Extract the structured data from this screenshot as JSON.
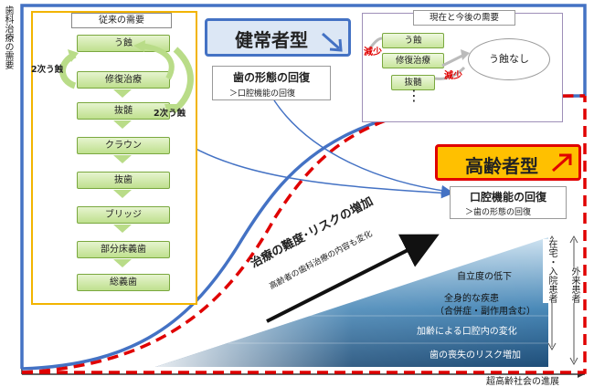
{
  "axes": {
    "y_label": "歯科治療の需要",
    "x_label": "超高齢社会の進展"
  },
  "past": {
    "title": "従来の需要",
    "flow": [
      "う蝕",
      "修復治療",
      "抜髄",
      "クラウン",
      "抜歯",
      "ブリッジ",
      "部分床義歯",
      "総義歯"
    ],
    "loop_left": "2次う蝕",
    "loop_right": "2次う蝕"
  },
  "healthy": {
    "title": "健常者型",
    "main": "歯の形態の回復",
    "sub": "＞口腔機能の回復"
  },
  "present": {
    "title": "現在と今後の需要",
    "items": [
      "う蝕",
      "修復治療",
      "抜髄"
    ],
    "dots": "⋮",
    "decrease1": "減少",
    "decrease2": "減少",
    "no_caries": "う蝕なし"
  },
  "elderly": {
    "title": "高齢者型",
    "main": "口腔機能の回復",
    "sub": "＞歯の形態の回復"
  },
  "trend": {
    "main": "治療の難度･リスクの増加",
    "sub": "高齢者の歯科治療の内容も変化"
  },
  "wedge_layers": [
    "自立度の低下",
    "全身的な疾患",
    "（合併症・副作用含む）",
    "加齢による口腔内の変化",
    "歯の喪失のリスク増加"
  ],
  "side_labels": {
    "home": "在宅・入院患者",
    "outpatient": "外来患者"
  },
  "colors": {
    "blue_curve": "#4472c4",
    "red_dash": "#e00000",
    "past_border": "#f2b400",
    "healthy_bg": "#dce7f5",
    "elderly_bg": "#ffc000",
    "wedge_dark": "#1f4e79"
  }
}
